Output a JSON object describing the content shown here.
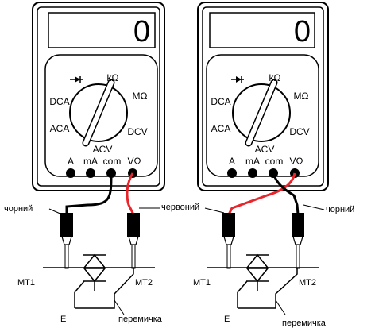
{
  "meters": [
    {
      "display_value": "0",
      "dial": {
        "kohm": "kΩ",
        "mohm": "MΩ",
        "dca": "DCA",
        "aca": "ACA",
        "acv": "ACV",
        "dcv": "DCV"
      },
      "jacks": {
        "a": "A",
        "ma": "mA",
        "com": "com",
        "vohm": "VΩ"
      },
      "lead_labels": {
        "black": "чорний",
        "red": "червоний"
      }
    },
    {
      "display_value": "0",
      "dial": {
        "kohm": "kΩ",
        "mohm": "MΩ",
        "dca": "DCA",
        "aca": "ACA",
        "acv": "ACV",
        "dcv": "DCV"
      },
      "jacks": {
        "a": "A",
        "ma": "mA",
        "com": "com",
        "vohm": "VΩ"
      },
      "lead_labels": {
        "black": "чорний"
      }
    }
  ],
  "circuits": [
    {
      "mt1": "MT1",
      "mt2": "MT2",
      "gate": "E",
      "jumper": "перемичка"
    },
    {
      "mt1": "MT1",
      "mt2": "MT2",
      "gate": "E",
      "jumper": "перемичка"
    }
  ],
  "colors": {
    "red_lead": "#e8252b",
    "black_lead": "#000000",
    "probe_body": "#000000"
  }
}
